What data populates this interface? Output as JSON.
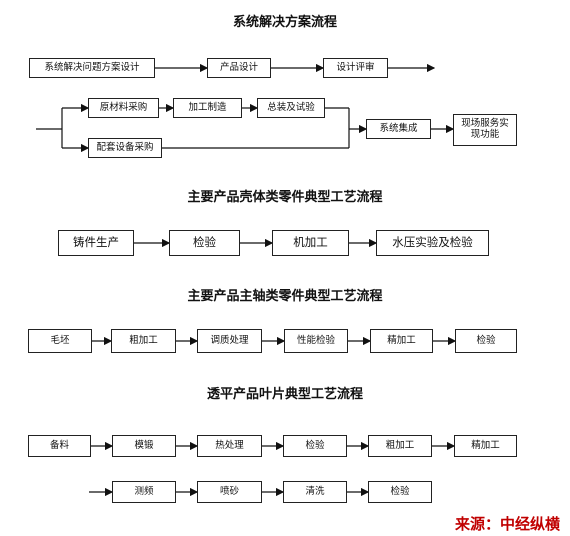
{
  "sections": {
    "system": {
      "title": "系统解决方案流程",
      "steps": [
        "系统解决问题方案设计",
        "产品设计",
        "设计评审"
      ],
      "purchase": [
        "原材料采购",
        "加工制造",
        "总装及试验"
      ],
      "support": "配套设备采购",
      "integration": "系统集成",
      "service": "现场服务实现功能"
    },
    "housing": {
      "title": "主要产品壳体类零件典型工艺流程",
      "steps": [
        "铸件生产",
        "检验",
        "机加工",
        "水压实验及检验"
      ]
    },
    "shaft": {
      "title": "主要产品主轴类零件典型工艺流程",
      "steps": [
        "毛坯",
        "粗加工",
        "调质处理",
        "性能检验",
        "精加工",
        "检验"
      ]
    },
    "blade": {
      "title": "透平产品叶片典型工艺流程",
      "row1": [
        "备料",
        "模锻",
        "热处理",
        "检验",
        "粗加工",
        "精加工"
      ],
      "row2": [
        "测频",
        "喷砂",
        "清洗",
        "检验"
      ]
    }
  },
  "source": "来源：中经纵横"
}
